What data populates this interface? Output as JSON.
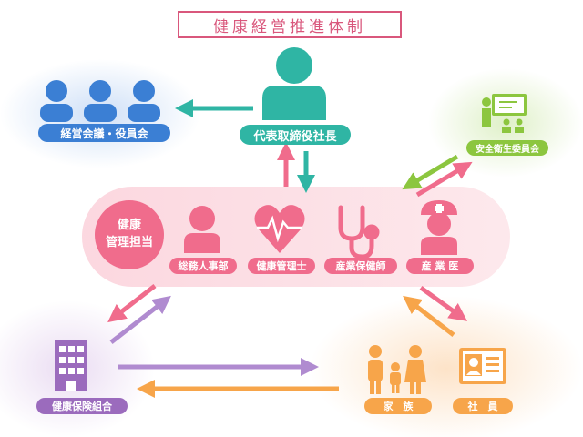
{
  "title": "健康経営推進体制",
  "nodes": {
    "board": "経営会議・役員会",
    "ceo": "代表取締役社長",
    "safety": "安全衛生委員会",
    "health_manager": "健康\n管理担当",
    "general_affairs": "総務人事部",
    "health_supervisor": "健康管理士",
    "occupational_nurse": "産業保健師",
    "occupational_doctor": "産 業 医",
    "insurance": "健康保険組合",
    "family": "家　族",
    "employee": "社　員"
  },
  "icons": [
    "group-icon",
    "person-icon",
    "presentation-icon",
    "worker-icon",
    "heartbeat-icon",
    "stethoscope-icon",
    "doctor-icon",
    "building-icon",
    "family-icon",
    "id-card-icon"
  ],
  "colors": {
    "title": "#d9577c",
    "board": "#3b7fd4",
    "ceo": "#2fb5a4",
    "safety": "#8cc63f",
    "health": "#f06c8c",
    "insurance": "#9b6bbd",
    "family": "#f7a54a"
  }
}
